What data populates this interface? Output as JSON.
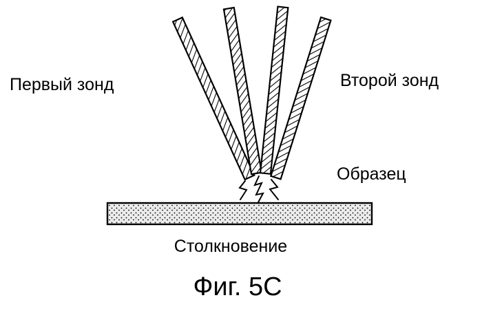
{
  "figure": {
    "labels": {
      "first_probe": "Первый зонд",
      "second_probe": "Второй зонд",
      "sample": "Образец",
      "collision": "Столкновение"
    },
    "caption": "Фиг. 5C"
  },
  "colors": {
    "ink": "#000000",
    "background": "#ffffff",
    "sample_bar_fill": "#ebebeb"
  }
}
